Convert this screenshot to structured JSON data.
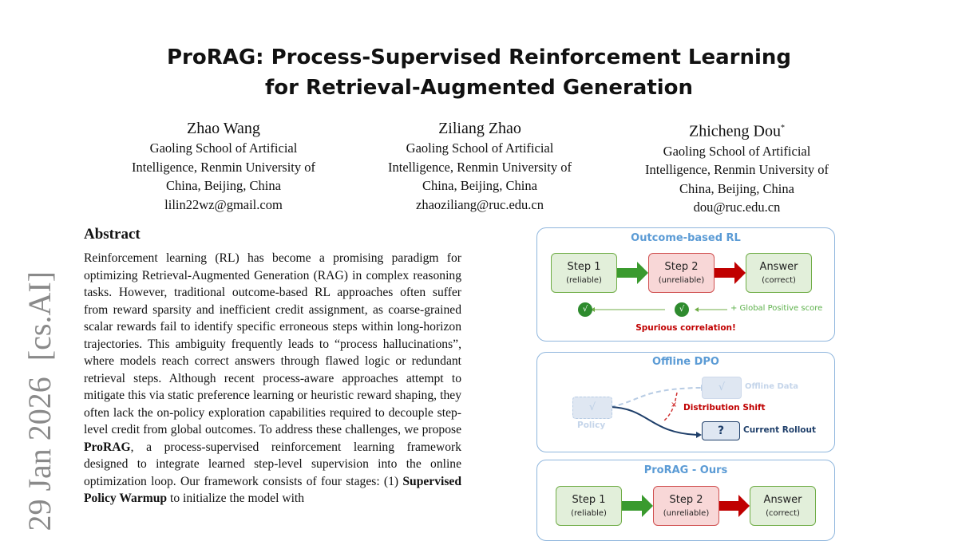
{
  "title": {
    "line1": "ProRAG: Process-Supervised Reinforcement Learning",
    "line2": "for Retrieval-Augmented Generation"
  },
  "authors": [
    {
      "name": "Zhao Wang",
      "aff1": "Gaoling School of Artificial",
      "aff2": "Intelligence, Renmin University of",
      "aff3": "China, Beijing, China",
      "email": "lilin22wz@gmail.com"
    },
    {
      "name": "Ziliang Zhao",
      "aff1": "Gaoling School of Artificial",
      "aff2": "Intelligence, Renmin University of",
      "aff3": "China, Beijing, China",
      "email": "zhaoziliang@ruc.edu.cn"
    },
    {
      "name": "Zhicheng Dou",
      "mark": "*",
      "aff1": "Gaoling School of Artificial",
      "aff2": "Intelligence, Renmin University of",
      "aff3": "China, Beijing, China",
      "email": "dou@ruc.edu.cn"
    }
  ],
  "side_stamp": "[cs.AI]  29 Jan 2026",
  "abstract": {
    "heading": "Abstract",
    "p1": "Reinforcement learning (RL) has become a promising paradigm for optimizing Retrieval-Augmented Generation (RAG) in complex rea­soning tasks. However, traditional outcome-based RL approaches often suffer from reward sparsity and inefficient credit assignment, as coarse-grained scalar rewards fail to identify specific erroneous steps within long-horizon trajectories. This ambiguity frequently leads to “process hallucinations”, where models reach correct an­swers through flawed logic or redundant retrieval steps. Although recent process-aware approaches attempt to mitigate this via static preference learning or heuristic reward shaping, they often lack the on-policy exploration capabilities required to decouple step-level credit from global outcomes. To address these challenges, we propose ",
    "bold1": "ProRAG",
    "p2": ", a process-supervised reinforcement learning framework designed to integrate learned step-level supervision into the online optimization loop. Our framework consists of four stages: (1) ",
    "bold2": "Supervised Policy Warmup",
    "p3": " to initialize the model with"
  },
  "figure": {
    "panel1": {
      "title": "Outcome-based RL",
      "step1": "Step 1",
      "step1_sub": "(reliable)",
      "step2": "Step 2",
      "step2_sub": "(unreliable)",
      "answer": "Answer",
      "answer_sub": "(correct)",
      "check": "√",
      "score": "+ Global Positive score",
      "warning": "Spurious correlation!"
    },
    "panel2": {
      "title": "Offline DPO",
      "policy": "Policy",
      "offline": "Offline Data",
      "shift": "Distribution Shift",
      "rollout": "Current Rollout",
      "check": "√",
      "question": "?"
    },
    "panel3": {
      "title": "ProRAG - Ours",
      "step1": "Step 1",
      "step1_sub": "(reliable)",
      "step2": "Step 2",
      "step2_sub": "(unreliable)",
      "answer": "Answer",
      "answer_sub": "(correct)"
    }
  }
}
